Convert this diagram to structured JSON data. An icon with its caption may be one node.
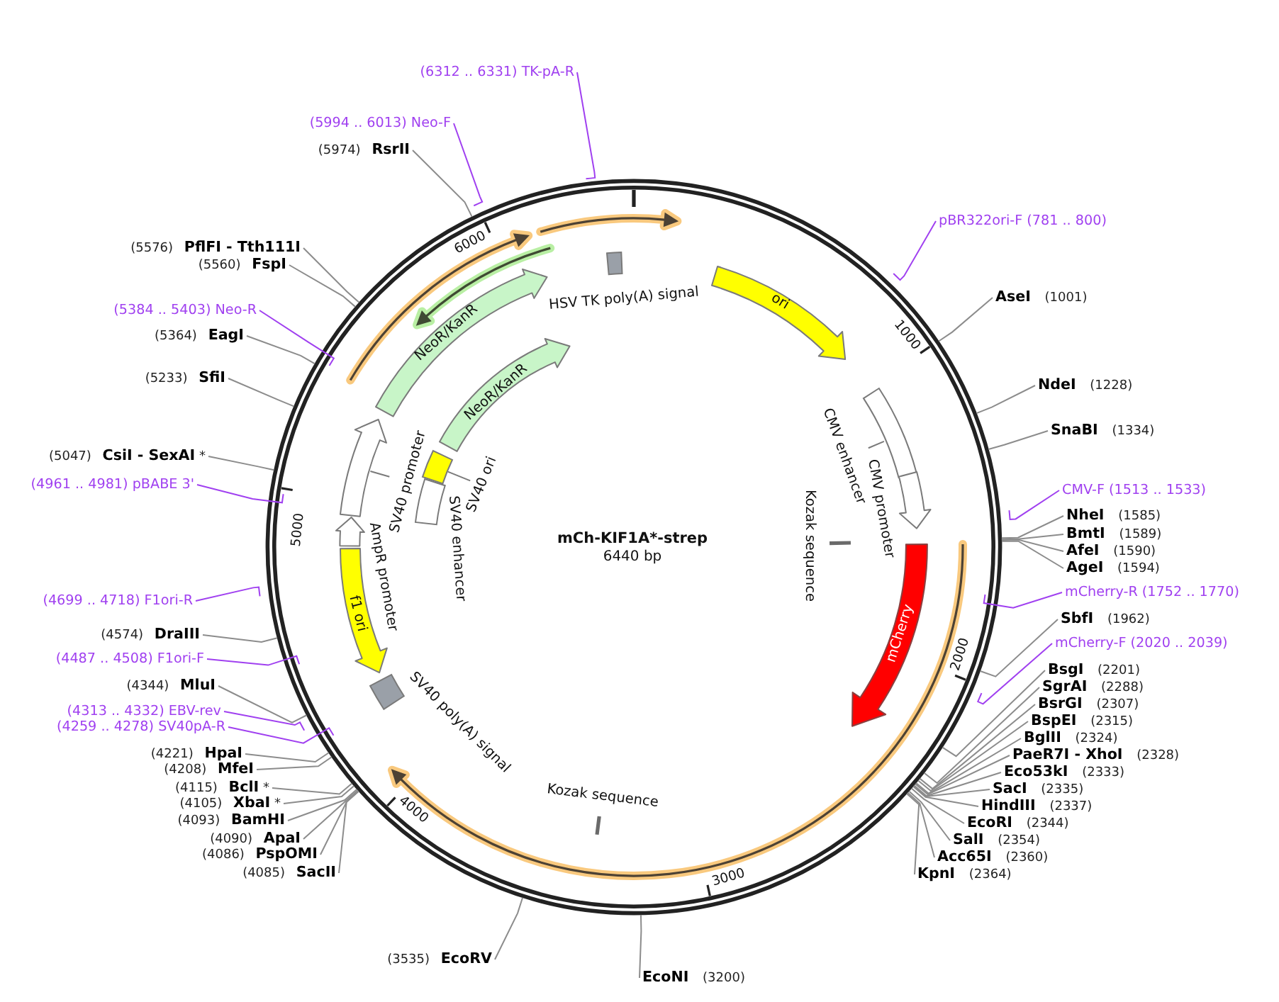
{
  "diagram": {
    "title": "mCh-KIF1A*-strep",
    "nodes": [
      {
        "text": [
          "HSV TK poly(A) signal"
        ]
      },
      {
        "text": [
          "ori"
        ]
      },
      {
        "text": [
          "CMV enhancer"
        ]
      },
      {
        "text": [
          "CMV promoter"
        ]
      },
      {
        "text": [
          "Kozak sequence"
        ]
      },
      {
        "text": [
          "mCherry"
        ]
      },
      {
        "text": [
          "Kozak sequence"
        ]
      },
      {
        "text": [
          "SV40 poly(A) signal"
        ]
      },
      {
        "text": [
          "f1 ori"
        ]
      },
      {
        "text": [
          "AmpR promoter"
        ]
      },
      {
        "text": [
          "SV40 promoter"
        ]
      },
      {
        "text": [
          "SV40 enhancer"
        ]
      },
      {
        "text": [
          "SV40 ori"
        ]
      },
      {
        "text": [
          "NeoR/KanR"
        ]
      },
      {
        "text": [
          "NeoR/KanR"
        ]
      },
      {
        "text": [
          "pBR322ori-F (781 .. 800)"
        ]
      },
      {
        "text": [
          "**AseI** (1001)"
        ]
      },
      {
        "text": [
          "**NdeI** (1228)"
        ]
      },
      {
        "text": [
          "**SnaBI** (1334)"
        ]
      },
      {
        "text": [
          "CMV-F (1513 .. 1533)"
        ]
      },
      {
        "text": [
          "**NheI** (1585)"
        ]
      },
      {
        "text": [
          "**BmtI** (1589)"
        ]
      },
      {
        "text": [
          "**AfeI** (1590)"
        ]
      },
      {
        "text": [
          "**AgeI** (1594)"
        ]
      },
      {
        "text": [
          "mCherry-R (1752 .. 1770)"
        ]
      },
      {
        "text": [
          "**SbfI** (1962)"
        ]
      },
      {
        "text": [
          "mCherry-F (2020 .. 2039)"
        ]
      },
      {
        "text": [
          "**BsgI** (2201)"
        ]
      },
      {
        "text": [
          "**SgrAI** (2288)"
        ]
      },
      {
        "text": [
          "**BsrGI** (2307)"
        ]
      },
      {
        "text": [
          "**BspEI** (2315)"
        ]
      },
      {
        "text": [
          "**BglII** (2324)"
        ]
      },
      {
        "text": [
          "**PaeR7I - XhoI** (2328)"
        ]
      },
      {
        "text": [
          "**Eco53kI** (2333)"
        ]
      },
      {
        "text": [
          "**SacI** (2335)"
        ]
      },
      {
        "text": [
          "**HindIII** (2337)"
        ]
      },
      {
        "text": [
          "**EcoRI** (2344)"
        ]
      },
      {
        "text": [
          "**SalI** (2354)"
        ]
      },
      {
        "text": [
          "**Acc65I** (2360)"
        ]
      },
      {
        "text": [
          "**KpnI** (2364)"
        ]
      },
      {
        "text": [
          "**EcoNI** (3200)"
        ]
      },
      {
        "text": [
          "(3535) **EcoRV**"
        ]
      },
      {
        "text": [
          "(4085) **SacII**"
        ]
      },
      {
        "text": [
          "(4086) **PspOMI**"
        ]
      },
      {
        "text": [
          "(4090) **ApaI**"
        ]
      },
      {
        "text": [
          "(4093) **BamHI**"
        ]
      },
      {
        "text": [
          "(4105) **XbaI** *"
        ]
      },
      {
        "text": [
          "(4115) **BclI** *"
        ]
      },
      {
        "text": [
          "(4208) **MfeI**"
        ]
      },
      {
        "text": [
          "(4221) **HpaI**"
        ]
      },
      {
        "text": [
          "(4259 .. 4278) SV40pA-R"
        ]
      },
      {
        "text": [
          "(4313 .. 4332) EBV-rev"
        ]
      },
      {
        "text": [
          "(4344) **MluI**"
        ]
      },
      {
        "text": [
          "(4487 .. 4508) F1ori-F"
        ]
      },
      {
        "text": [
          "(4574) **DraIII**"
        ]
      },
      {
        "text": [
          "(4699 .. 4718) F1ori-R"
        ]
      },
      {
        "text": [
          "(4961 .. 4981) pBABE 3'"
        ]
      },
      {
        "text": [
          "(5047) **CsiI - SexAI** *"
        ]
      },
      {
        "text": [
          "(5233) **SfiI**"
        ]
      },
      {
        "text": [
          "(5364) **EagI**"
        ]
      },
      {
        "text": [
          "(5384 .. 5403) Neo-R"
        ]
      },
      {
        "text": [
          "(5560) **FspI**"
        ]
      },
      {
        "text": [
          "(5576) **PflFI - Tth111I**"
        ]
      },
      {
        "text": [
          "(5974) **RsrII**"
        ]
      },
      {
        "text": [
          "(5994 .. 6013) Neo-F"
        ]
      },
      {
        "text": [
          "(6312 .. 6331) TK-pA-R"
        ]
      }
    ],
    "edges": [
      {
        "from": 15,
        "to": null,
        "arrow": "none",
        "color": "#a040f0"
      },
      {
        "from": 16,
        "to": null,
        "arrow": "none"
      },
      {
        "from": 17,
        "to": null,
        "arrow": "none"
      },
      {
        "from": 18,
        "to": null,
        "arrow": "none"
      },
      {
        "from": 19,
        "to": null,
        "arrow": "none",
        "color": "#a040f0"
      },
      {
        "from": 20,
        "to": null,
        "arrow": "none"
      },
      {
        "from": 21,
        "to": null,
        "arrow": "none"
      },
      {
        "from": 22,
        "to": null,
        "arrow": "none"
      },
      {
        "from": 23,
        "to": null,
        "arrow": "none"
      },
      {
        "from": 24,
        "to": null,
        "arrow": "none",
        "color": "#a040f0"
      },
      {
        "from": 25,
        "to": null,
        "arrow": "none"
      },
      {
        "from": 26,
        "to": null,
        "arrow": "none",
        "color": "#a040f0"
      },
      {
        "from": 27,
        "to": null,
        "arrow": "none"
      },
      {
        "from": 28,
        "to": null,
        "arrow": "none"
      },
      {
        "from": 29,
        "to": null,
        "arrow": "none"
      },
      {
        "from": 30,
        "to": null,
        "arrow": "none"
      },
      {
        "from": 31,
        "to": null,
        "arrow": "none"
      },
      {
        "from": 32,
        "to": null,
        "arrow": "none"
      },
      {
        "from": 33,
        "to": null,
        "arrow": "none"
      },
      {
        "from": 34,
        "to": null,
        "arrow": "none"
      },
      {
        "from": 35,
        "to": null,
        "arrow": "none"
      },
      {
        "from": 36,
        "to": null,
        "arrow": "none"
      },
      {
        "from": 37,
        "to": null,
        "arrow": "none"
      },
      {
        "from": 38,
        "to": null,
        "arrow": "none"
      },
      {
        "from": 39,
        "to": null,
        "arrow": "none"
      },
      {
        "from": 40,
        "to": null,
        "arrow": "none"
      },
      {
        "from": 41,
        "to": null,
        "arrow": "none"
      },
      {
        "from": 42,
        "to": null,
        "arrow": "none"
      },
      {
        "from": 43,
        "to": null,
        "arrow": "none"
      },
      {
        "from": 44,
        "to": null,
        "arrow": "none"
      },
      {
        "from": 45,
        "to": null,
        "arrow": "none"
      },
      {
        "from": 46,
        "to": null,
        "arrow": "none"
      },
      {
        "from": 47,
        "to": null,
        "arrow": "none"
      },
      {
        "from": 48,
        "to": null,
        "arrow": "none"
      },
      {
        "from": 49,
        "to": null,
        "arrow": "none"
      },
      {
        "from": 50,
        "to": null,
        "arrow": "none",
        "color": "#a040f0"
      },
      {
        "from": 51,
        "to": null,
        "arrow": "none",
        "color": "#a040f0"
      },
      {
        "from": 52,
        "to": null,
        "arrow": "none"
      },
      {
        "from": 53,
        "to": null,
        "arrow": "none",
        "color": "#a040f0"
      },
      {
        "from": 54,
        "to": null,
        "arrow": "none"
      },
      {
        "from": 55,
        "to": null,
        "arrow": "none",
        "color": "#a040f0"
      },
      {
        "from": 56,
        "to": null,
        "arrow": "none",
        "color": "#a040f0"
      },
      {
        "from": 57,
        "to": null,
        "arrow": "none"
      },
      {
        "from": 58,
        "to": null,
        "arrow": "none"
      },
      {
        "from": 59,
        "to": null,
        "arrow": "none"
      },
      {
        "from": 60,
        "to": null,
        "arrow": "none",
        "color": "#a040f0"
      },
      {
        "from": 61,
        "to": null,
        "arrow": "none"
      },
      {
        "from": 62,
        "to": null,
        "arrow": "none"
      },
      {
        "from": 63,
        "to": null,
        "arrow": "none"
      },
      {
        "from": 64,
        "to": null,
        "arrow": "none",
        "color": "#a040f0"
      },
      {
        "from": 65,
        "to": null,
        "arrow": "none",
        "color": "#a040f0"
      }
    ],
    "labels": [
      "6440 bp",
      "1000",
      "2000",
      "3000",
      "4000",
      "5000",
      "6000"
    ]
  }
}
